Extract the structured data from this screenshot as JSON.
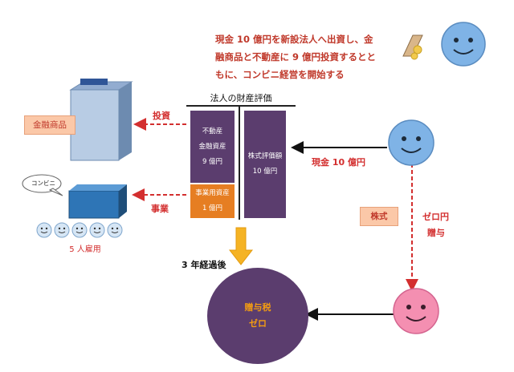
{
  "note": {
    "line1": "現金 10 億円を新設法人へ出資し、金",
    "line2": "融商品と不動産に 9 億円投資するとと",
    "line3": "もに、コンビニ経営を開始する"
  },
  "balance_sheet": {
    "title": "法人の財産評価",
    "asset_top": [
      "不動産",
      "金融資産",
      "9 億円"
    ],
    "asset_bottom": [
      "事業用資産",
      "1 億円"
    ],
    "liability": [
      "株式評価額",
      "10 億円"
    ]
  },
  "labels": {
    "investment": "投資",
    "business": "事業",
    "financial_products": "金融商品",
    "cash": "現金 10 億円",
    "stock": "株式",
    "zero_gift_line1": "ゼロ円",
    "zero_gift_line2": "贈与",
    "after_three_years": "3 年経過後",
    "gift_tax_line1": "贈与税",
    "gift_tax_line2": "ゼロ",
    "store_bubble": "コンビニ",
    "employees": "5 人雇用"
  },
  "colors": {
    "purple": "#5b3d6e",
    "orange": "#e67e22",
    "red": "#d32f2f",
    "face_blue": "#7fb3e6",
    "face_pink": "#f48fb1"
  }
}
